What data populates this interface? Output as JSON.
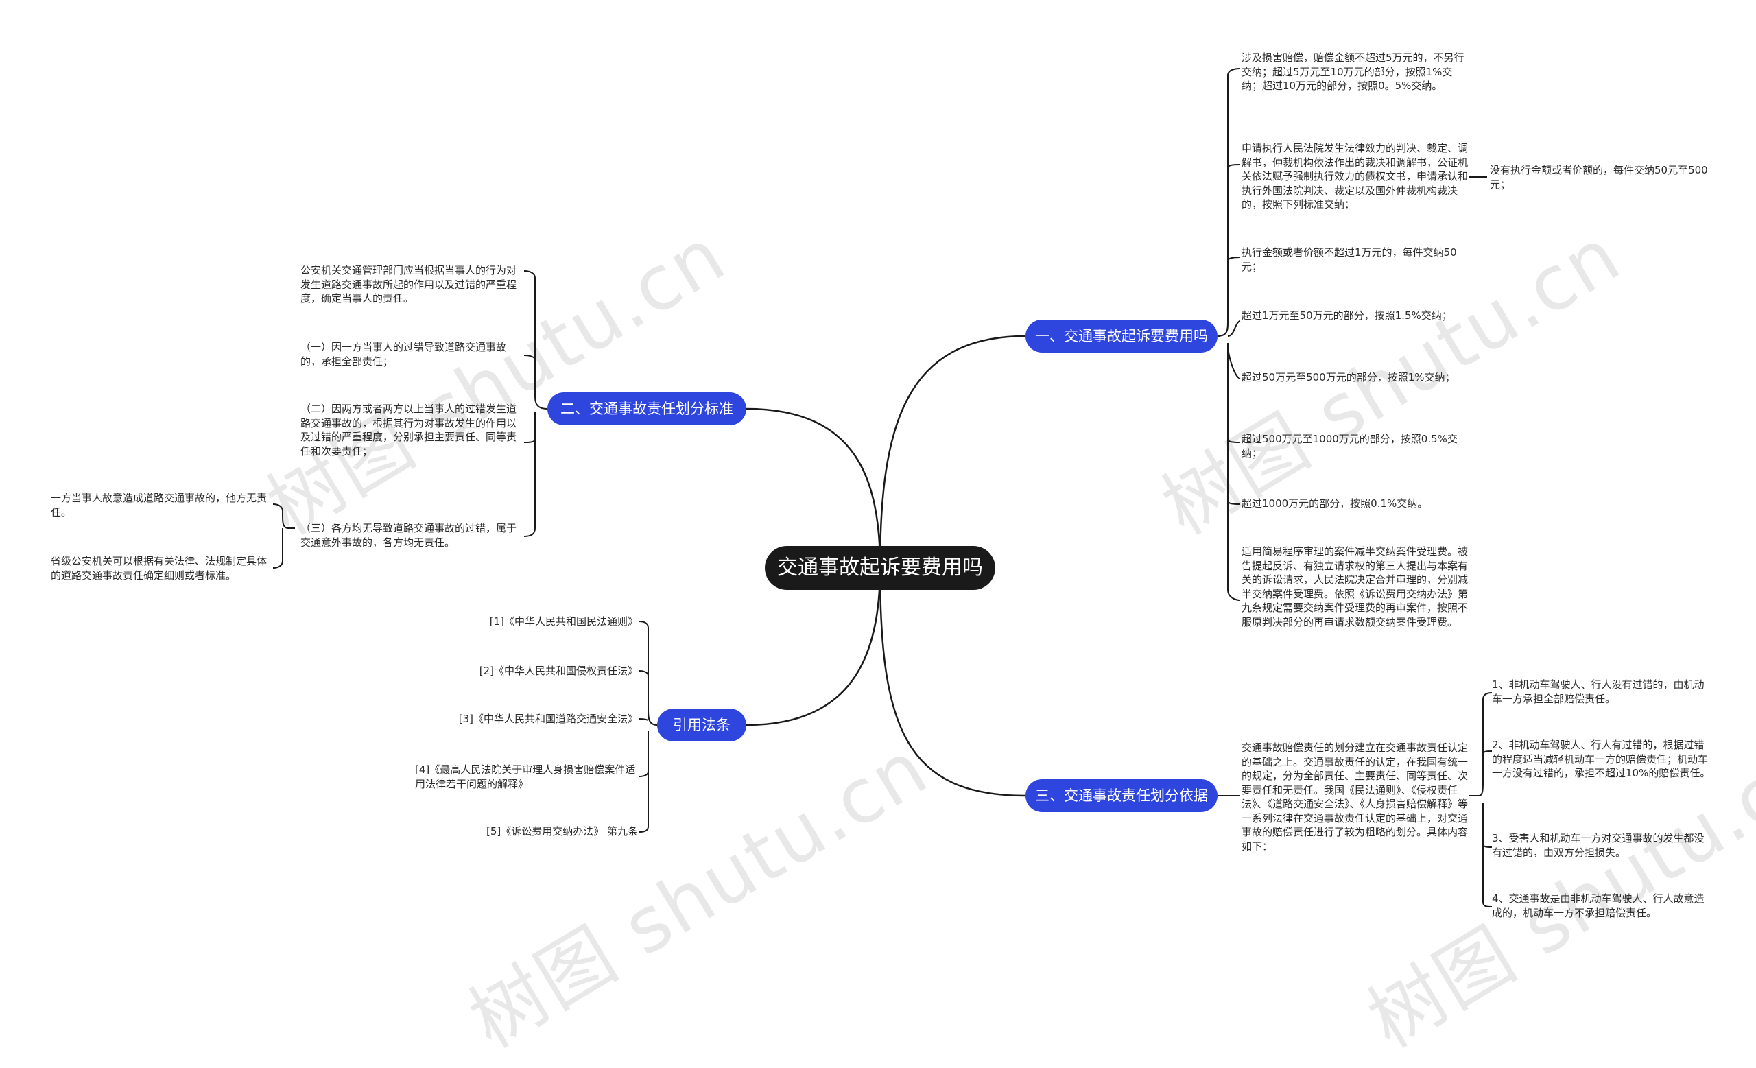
{
  "watermark": "树图 shutu.cn",
  "root": {
    "label": "交通事故起诉要费用吗"
  },
  "branches": {
    "b1": {
      "label": "一、交通事故起诉要费用吗",
      "leaves": [
        "涉及损害赔偿，赔偿金额不超过5万元的，不另行交纳；超过5万元至10万元的部分，按照1%交纳；超过10万元的部分，按照0。5%交纳。",
        "申请执行人民法院发生法律效力的判决、裁定、调解书，仲裁机构依法作出的裁决和调解书，公证机关依法赋予强制执行效力的债权文书，申请承认和执行外国法院判决、裁定以及国外仲裁机构裁决的，按照下列标准交纳：",
        "执行金额或者价额不超过1万元的，每件交纳50元；",
        "超过1万元至50万元的部分，按照1.5%交纳；",
        "超过50万元至500万元的部分，按照1%交纳；",
        "超过500万元至1000万元的部分，按照0.5%交纳；",
        "超过1000万元的部分，按照0.1%交纳。",
        "适用简易程序审理的案件减半交纳案件受理费。被告提起反诉、有独立请求权的第三人提出与本案有关的诉讼请求，人民法院决定合并审理的，分别减半交纳案件受理费。依照《诉讼费用交纳办法》第九条规定需要交纳案件受理费的再审案件，按照不服原判决部分的再审请求数额交纳案件受理费。"
      ],
      "sub": "没有执行金额或者价额的，每件交纳50元至500元；"
    },
    "b2": {
      "label": "二、交通事故责任划分标准",
      "leaves": [
        "公安机关交通管理部门应当根据当事人的行为对发生道路交通事故所起的作用以及过错的严重程度，确定当事人的责任。",
        "（一）因一方当事人的过错导致道路交通事故的，承担全部责任；",
        "（二）因两方或者两方以上当事人的过错发生道路交通事故的，根据其行为对事故发生的作用以及过错的严重程度，分别承担主要责任、同等责任和次要责任；",
        "（三）各方均无导致道路交通事故的过错，属于交通意外事故的，各方均无责任。"
      ],
      "sub": [
        "一方当事人故意造成道路交通事故的，他方无责任。",
        "省级公安机关可以根据有关法律、法规制定具体的道路交通事故责任确定细则或者标准。"
      ]
    },
    "b3": {
      "label": "三、交通事故责任划分依据",
      "leaf": "交通事故赔偿责任的划分建立在交通事故责任认定的基础之上。交通事故责任的认定，在我国有统一的规定，分为全部责任、主要责任、同等责任、次要责任和无责任。我国《民法通则》、《侵权责任法》、《道路交通安全法》、《人身损害赔偿解释》等一系列法律在交通事故责任认定的基础上，对交通事故的赔偿责任进行了较为粗略的划分。具体内容如下：",
      "sub": [
        "1、非机动车驾驶人、行人没有过错的，由机动车一方承担全部赔偿责任。",
        "2、非机动车驾驶人、行人有过错的，根据过错的程度适当减轻机动车一方的赔偿责任；机动车一方没有过错的，承担不超过10%的赔偿责任。",
        "3、受害人和机动车一方对交通事故的发生都没有过错的，由双方分担损失。",
        "4、交通事故是由非机动车驾驶人、行人故意造成的，机动车一方不承担赔偿责任。"
      ]
    },
    "b4": {
      "label": "引用法条",
      "leaves": [
        "[1]《中华人民共和国民法通则》",
        "[2]《中华人民共和国侵权责任法》",
        "[3]《中华人民共和国道路交通安全法》",
        "[4]《最高人民法院关于审理人身损害赔偿案件适用法律若干问题的解释》",
        "[5]《诉讼费用交纳办法》 第九条"
      ]
    }
  },
  "colors": {
    "root": "#1a1a1a",
    "branch": "#2f46de",
    "line": "#1a1a1a"
  }
}
